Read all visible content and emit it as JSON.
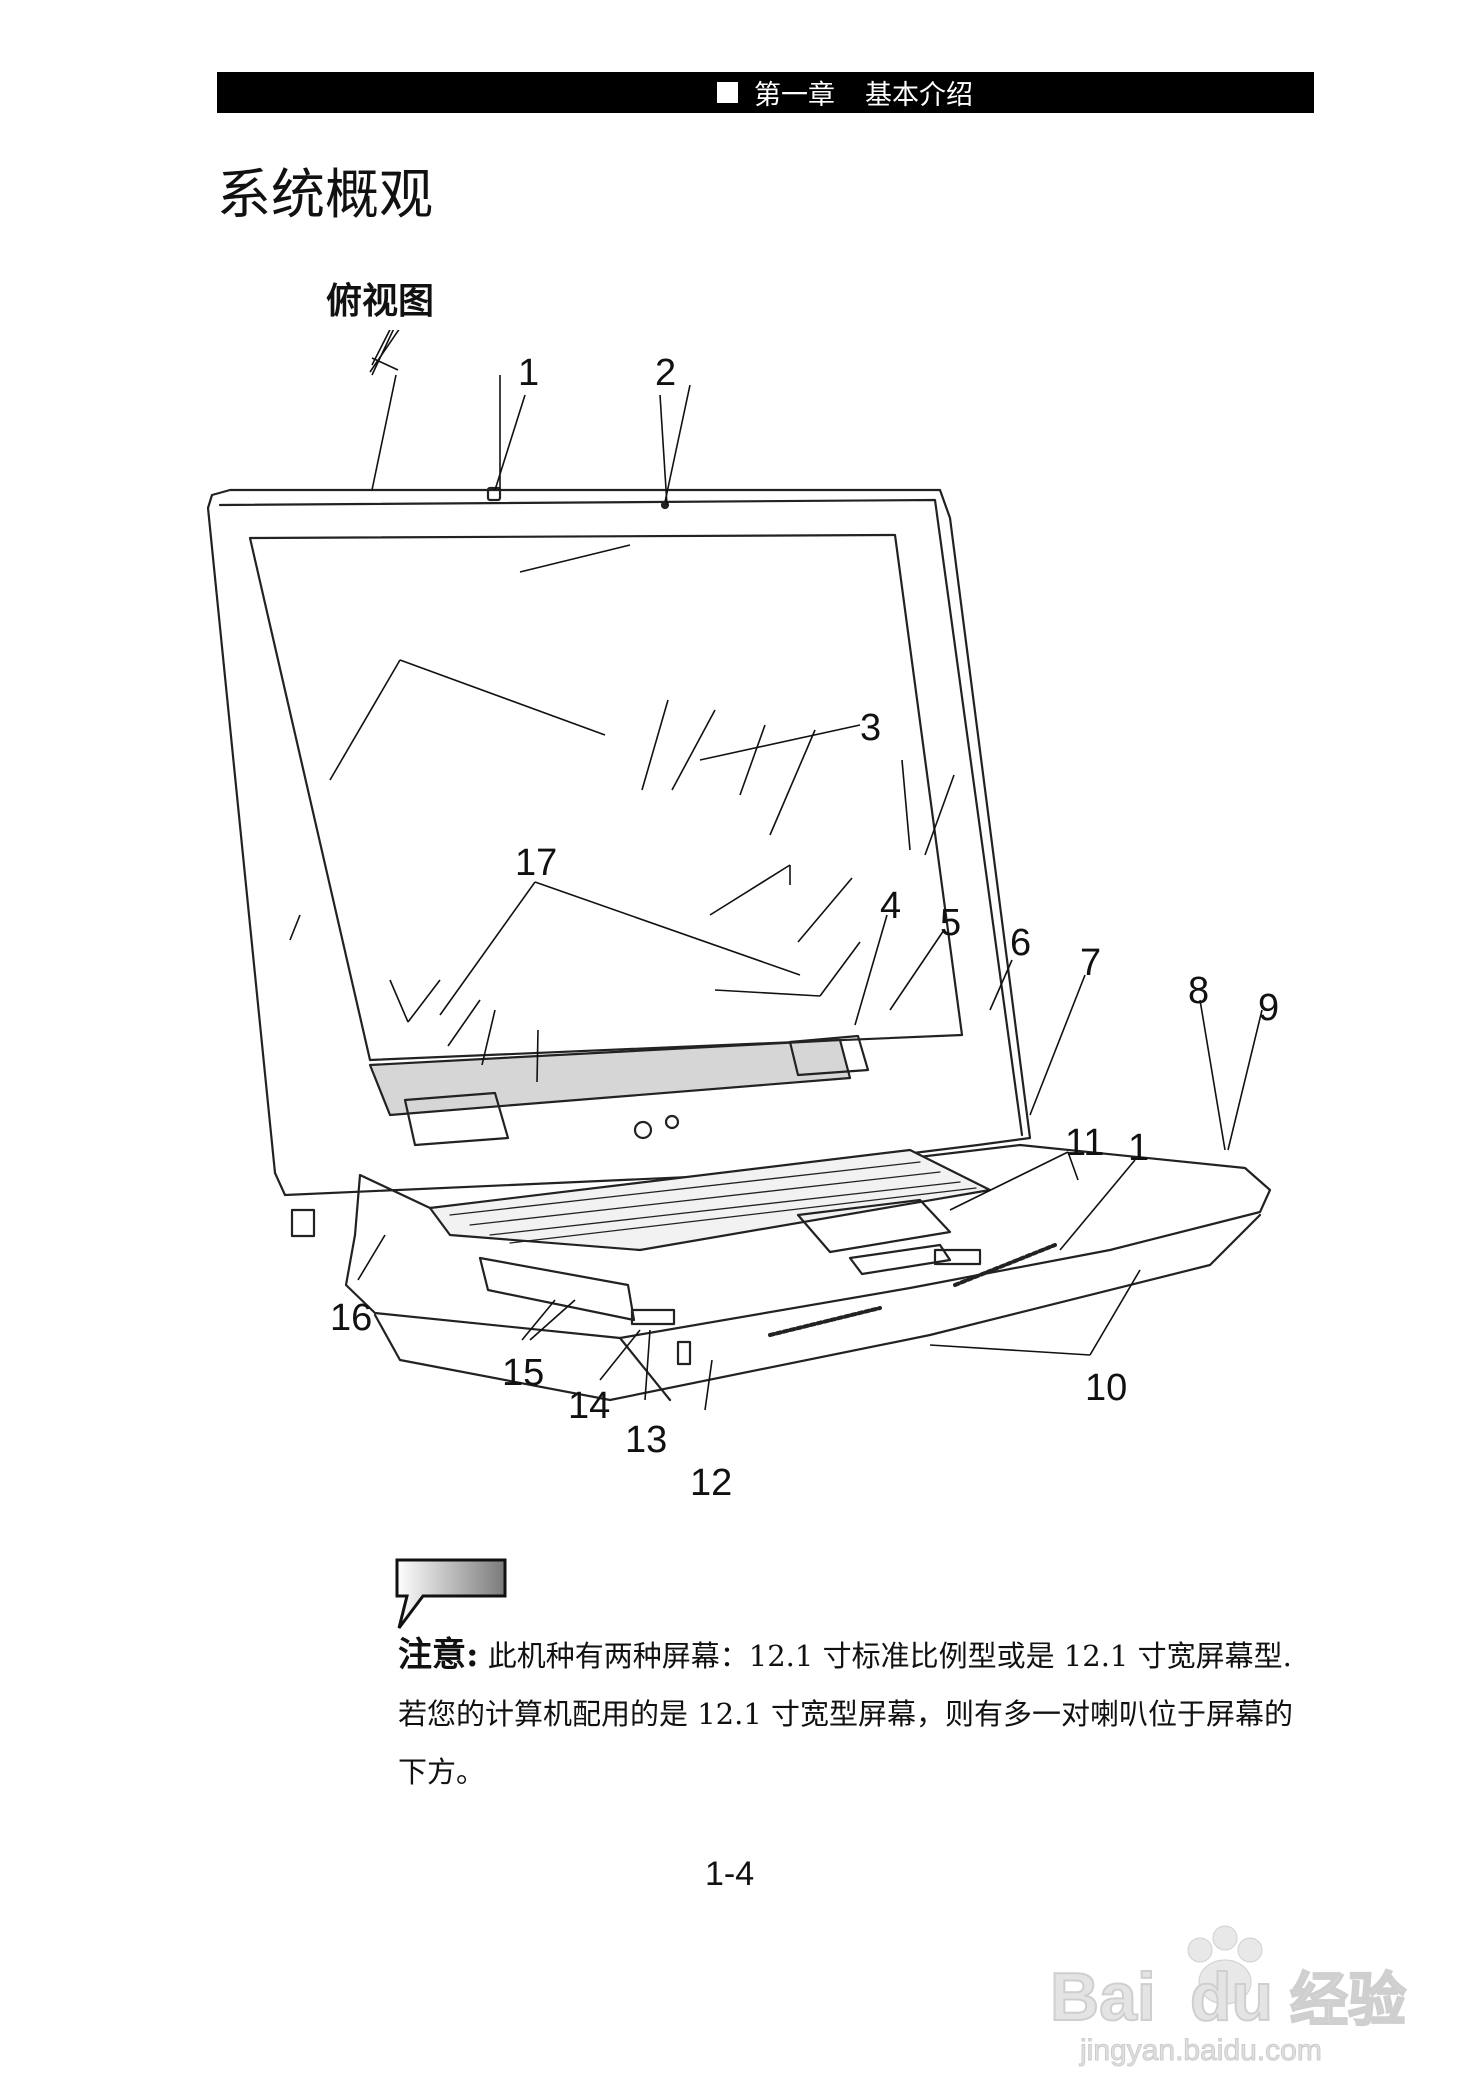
{
  "header": {
    "chapter": "第一章",
    "title": "基本介绍"
  },
  "page_title": "系统概观",
  "section_title": "俯视图",
  "callouts": [
    "1",
    "2",
    "3",
    "17",
    "4",
    "5",
    "6",
    "7",
    "8",
    "9",
    "11",
    "1",
    "16",
    "15",
    "14",
    "13",
    "12",
    "10"
  ],
  "note": {
    "label": "注意:",
    "text": "此机种有两种屏幕：12.1 寸标准比例型或是 12.1 寸宽屏幕型. 若您的计算机配用的是 12.1 寸宽型屏幕，则有多一对喇叭位于屏幕的下方。"
  },
  "page_number": "1-4",
  "watermark": {
    "brand_a": "Bai",
    "brand_b": "du",
    "brand_c": "经验",
    "url": "jingyan.baidu.com"
  }
}
